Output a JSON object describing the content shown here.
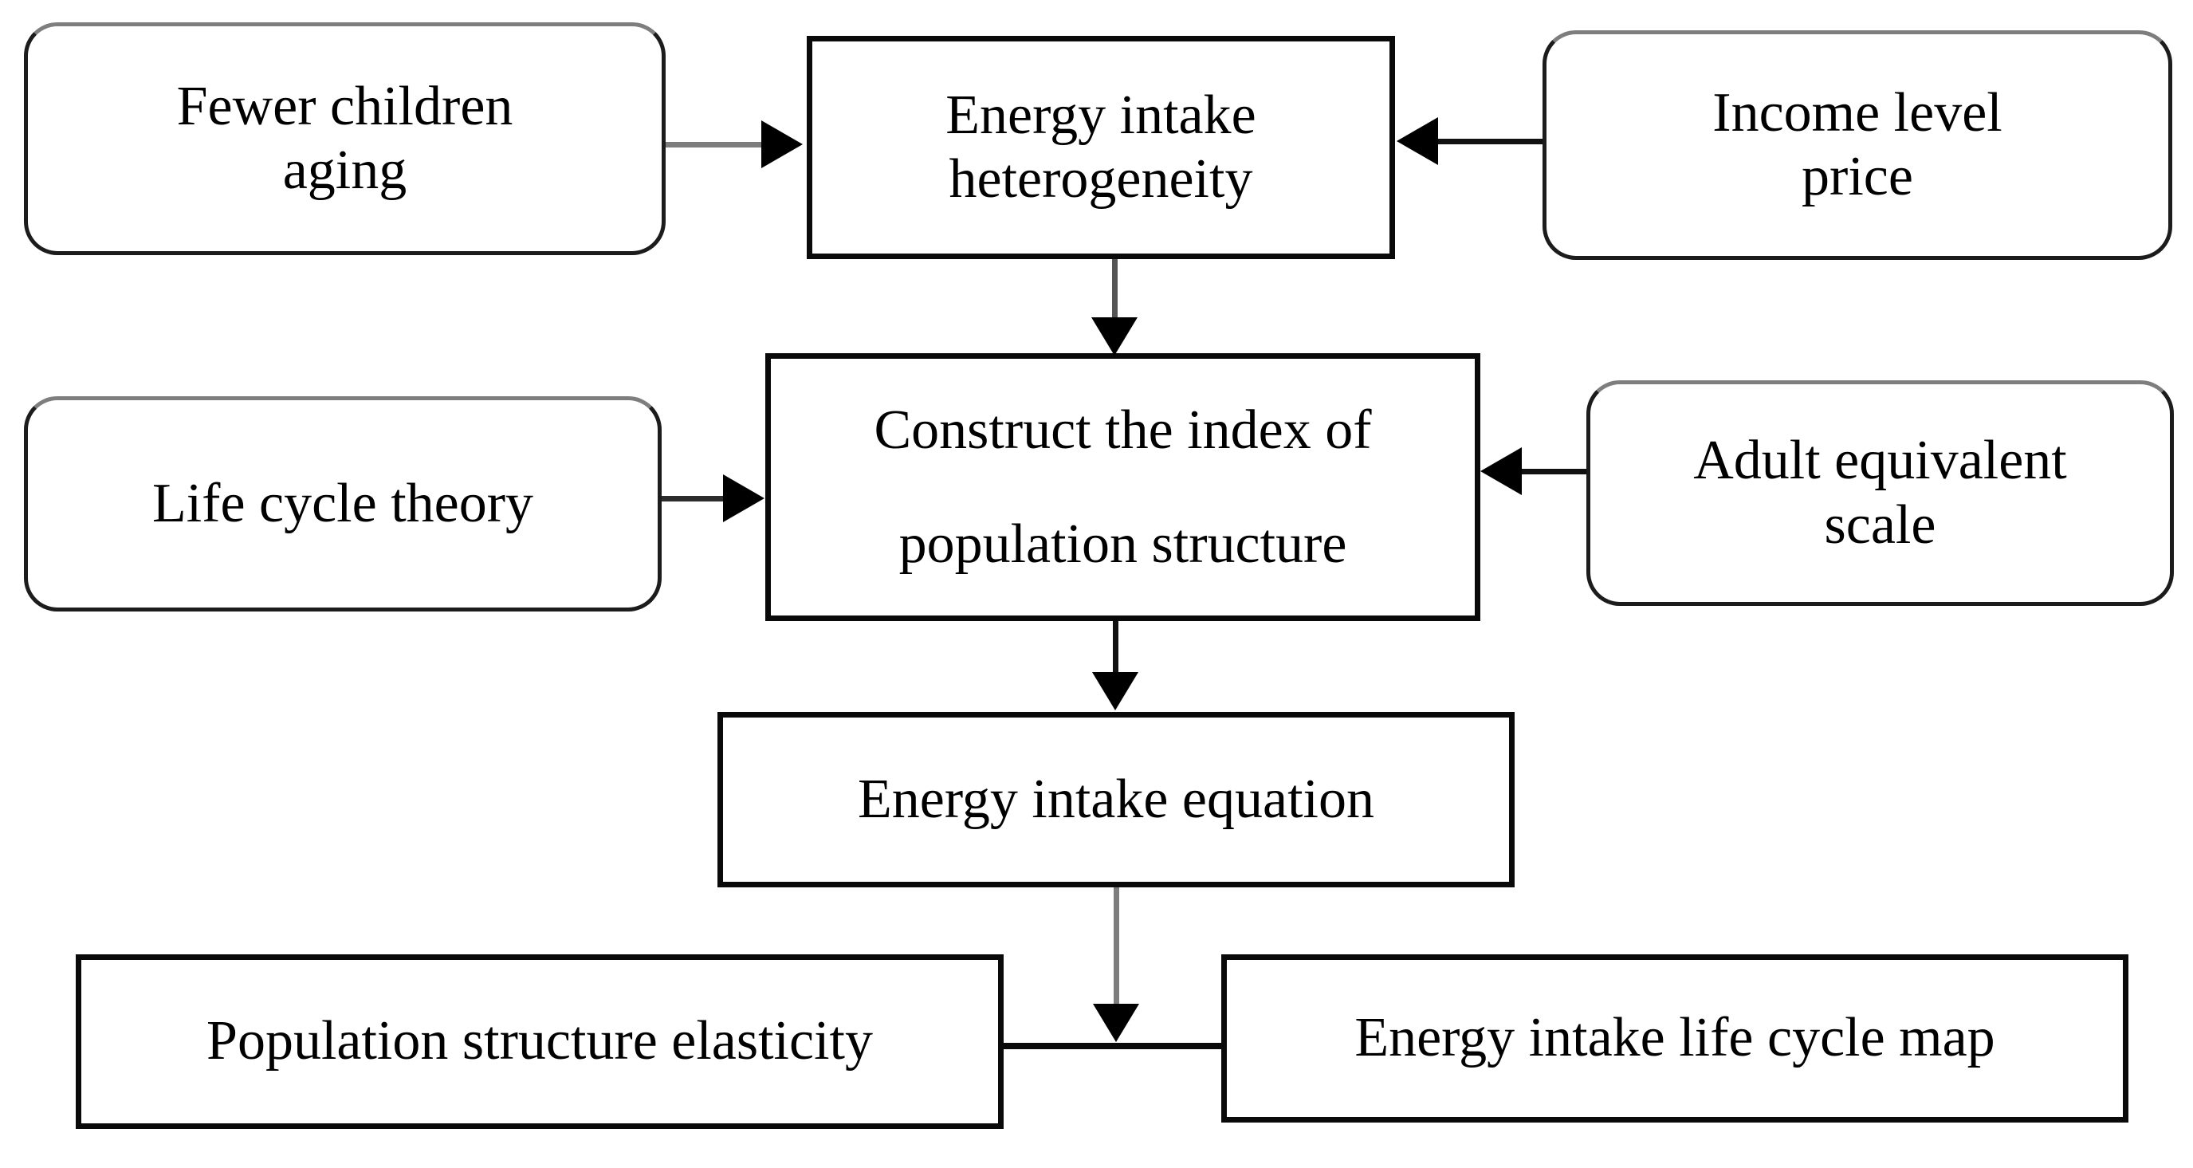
{
  "diagram": {
    "type": "flowchart",
    "colors": {
      "background": "#ffffff",
      "box_fill": "#ffffff",
      "box_border": "#0a0a0a",
      "rounded_border_highlight": "#7e7e7e",
      "text": "#000000",
      "arrow_head": "#000000",
      "arrow_shaft_gray": "#7d7d7d"
    },
    "nodes": [
      {
        "id": "fewer-children",
        "shape": "rounded",
        "label": "Fewer children\naging"
      },
      {
        "id": "energy-heterogeneity",
        "shape": "rect",
        "label": "Energy intake\nheterogeneity"
      },
      {
        "id": "income-level",
        "shape": "rounded",
        "label": "Income level\nprice"
      },
      {
        "id": "life-cycle",
        "shape": "rounded",
        "label": "Life cycle theory"
      },
      {
        "id": "construct-index",
        "shape": "rect",
        "label": "Construct the index of\npopulation structure"
      },
      {
        "id": "adult-equivalent",
        "shape": "rounded",
        "label": "Adult equivalent\nscale"
      },
      {
        "id": "energy-equation",
        "shape": "rect",
        "label": "Energy intake equation"
      },
      {
        "id": "population-elasticity",
        "shape": "rect",
        "label": "Population structure elasticity"
      },
      {
        "id": "energy-map",
        "shape": "rect",
        "label": "Energy intake life cycle map"
      }
    ],
    "edges": [
      {
        "from": "fewer-children",
        "to": "energy-heterogeneity",
        "style": "arrow-right"
      },
      {
        "from": "income-level",
        "to": "energy-heterogeneity",
        "style": "arrow-left"
      },
      {
        "from": "energy-heterogeneity",
        "to": "construct-index",
        "style": "arrow-down"
      },
      {
        "from": "life-cycle",
        "to": "construct-index",
        "style": "arrow-right"
      },
      {
        "from": "adult-equivalent",
        "to": "construct-index",
        "style": "arrow-left"
      },
      {
        "from": "construct-index",
        "to": "energy-equation",
        "style": "arrow-down"
      },
      {
        "from": "energy-equation",
        "to": "bottom-connector",
        "style": "arrow-down"
      },
      {
        "from": "population-elasticity",
        "to": "energy-map",
        "style": "plain-line"
      }
    ]
  }
}
